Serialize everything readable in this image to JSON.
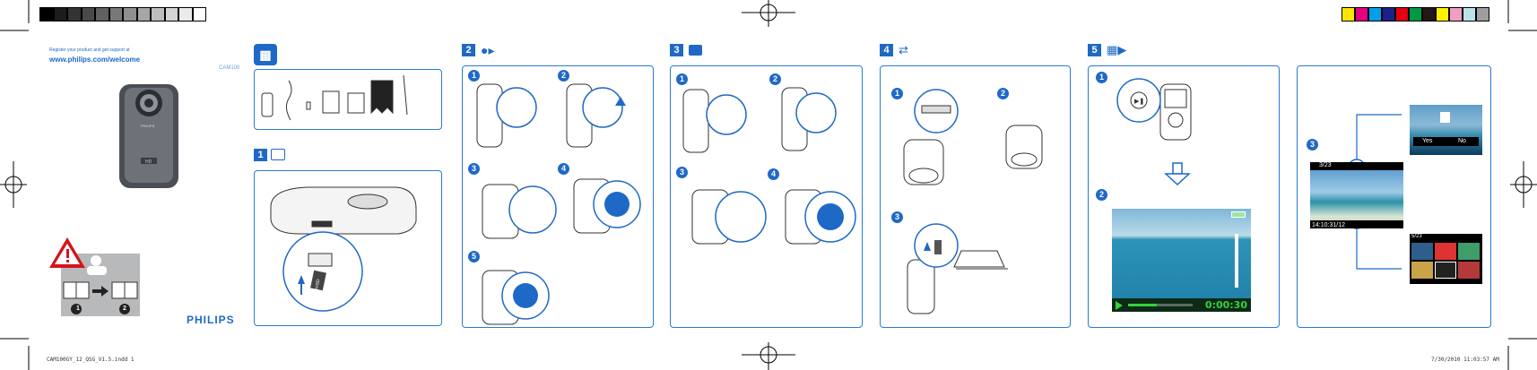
{
  "header": {
    "register_line": "Register your product and get support at",
    "url": "www.philips.com/welcome",
    "model": "CAM100"
  },
  "brand": "PHILIPS",
  "steps": {
    "s1": "1",
    "s2": "2",
    "s3": "3",
    "s4": "4",
    "s5": "5"
  },
  "sub": {
    "n1": "1",
    "n2": "2",
    "n3": "3",
    "n4": "4",
    "n5": "5"
  },
  "camera_label": "HD",
  "card_label": "microSD",
  "warning": {
    "n1": "1",
    "n2": "2"
  },
  "playback": {
    "counter": "3/23",
    "timestamp": "14:10:31/12",
    "thumb_counter": "5/23",
    "delete_yes": "Yes",
    "delete_no": "No",
    "video_time": "0:00:30"
  },
  "footer": {
    "left": "CAM100GY_12_QSG_V1.5.indd   1",
    "right": "7/30/2010   11:03:57 AM"
  },
  "colors": {
    "accent": "#1f69c6",
    "registration_bar_left": [
      "#000000",
      "#1c1c1c",
      "#333333",
      "#4a4a4a",
      "#616161",
      "#787878",
      "#8f8f8f",
      "#a6a6a6",
      "#bdbdbd",
      "#d4d4d4",
      "#ebebeb",
      "#ffffff"
    ],
    "registration_bar_right": [
      "#ffe600",
      "#e6007e",
      "#00a0e9",
      "#1d2088",
      "#e60012",
      "#009944",
      "#231815",
      "#fff100",
      "#f19ec2",
      "#bce2e8",
      "#9e9e9e"
    ]
  }
}
